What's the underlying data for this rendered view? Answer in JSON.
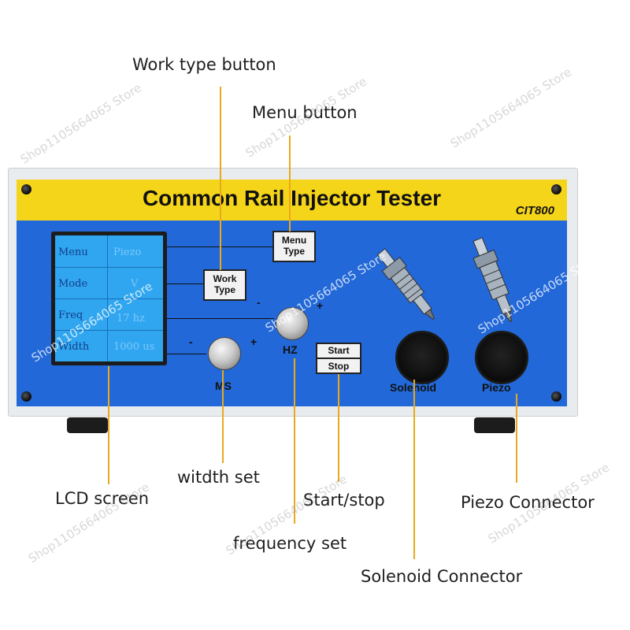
{
  "callouts": {
    "work_type_button": "Work type button",
    "menu_button": "Menu button",
    "lcd_screen": "LCD screen",
    "width_set": "witdth set",
    "start_stop": "Start/stop",
    "piezo_connector": "Piezo Connector",
    "frequency_set": "frequency set",
    "solenoid_connector": "Solenoid  Connector"
  },
  "device": {
    "title": "Common Rail Injector Tester",
    "model": "CIT800",
    "buttons": {
      "menu_type": [
        "Menu",
        "Type"
      ],
      "work_type": [
        "Work",
        "Type"
      ],
      "start_stop": [
        "Start",
        "Stop"
      ]
    },
    "knobs": {
      "ms_label": "MS",
      "hz_label": "HZ",
      "minus": "-",
      "plus": "+"
    },
    "connectors": {
      "solenoid": "Solenoid",
      "piezo": "Piezo"
    },
    "lcd": {
      "rows": [
        {
          "label": "Menu",
          "value": "Piezo"
        },
        {
          "label": "Mode",
          "value": "V"
        },
        {
          "label": "Freq",
          "value": "17 hz"
        },
        {
          "label": "Width",
          "value": "1000 us"
        }
      ]
    }
  },
  "watermark": "Shop1105664065 Store",
  "colors": {
    "faceplate": "#2268d8",
    "banner": "#f5d51a",
    "leader": "#e8a91c",
    "lcd": "#2fa6ef"
  }
}
